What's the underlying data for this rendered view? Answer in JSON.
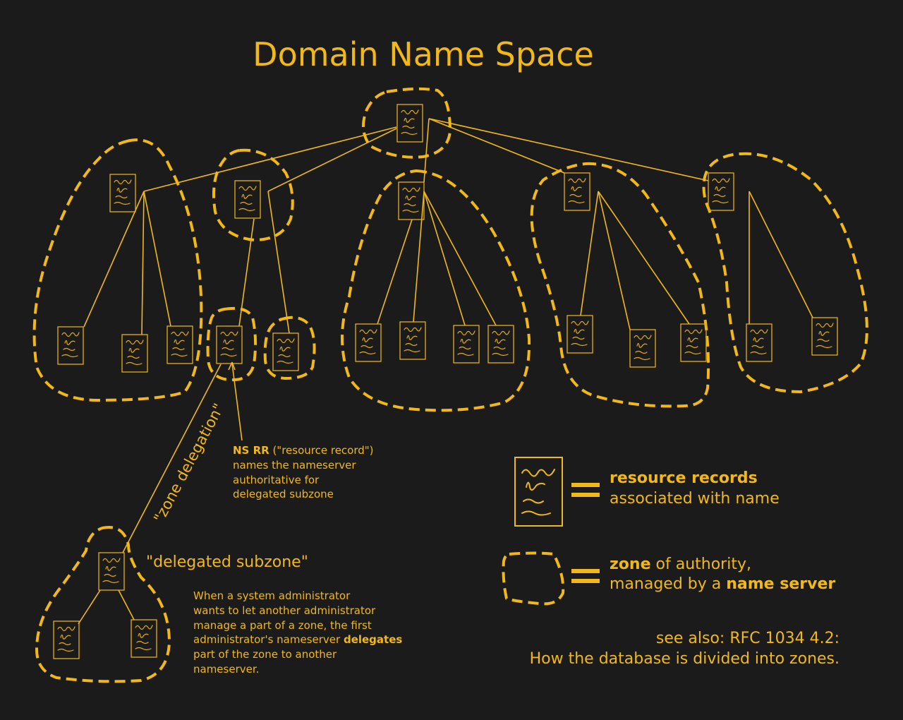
{
  "title": "Domain Name Space",
  "icons": {
    "record": "resource-record-document-icon",
    "zone": "dashed-zone-outline-icon"
  },
  "colors": {
    "background": "#1b1b1b",
    "accent": "#f1b81a"
  },
  "labels": {
    "zone_delegation": "\"zone delegation\"",
    "delegated_subzone": "\"delegated subzone\"",
    "ns_rr": {
      "line1_bold": "NS RR",
      "line1_rest": " (\"resource record\")",
      "line2": "names the nameserver",
      "line3": "authoritative for",
      "line4": "delegated subzone"
    },
    "admin_note": {
      "line1": "When a system administrator",
      "line2": "wants to let another administrator",
      "line3": "manage a part of a zone, the first",
      "line4_start": "administrator's nameserver ",
      "line4_bold": "delegates",
      "line5": "part of the zone to another",
      "line6": "nameserver."
    }
  },
  "legend": {
    "records": {
      "bold": "resource records",
      "line2": "associated with name"
    },
    "zone": {
      "bold": "zone",
      "rest": " of authority,",
      "line2_start": "managed by a ",
      "line2_bold": "name server"
    },
    "see_also": {
      "line1": "see also: RFC 1034 4.2:",
      "line2": "How the database is divided into zones."
    }
  }
}
